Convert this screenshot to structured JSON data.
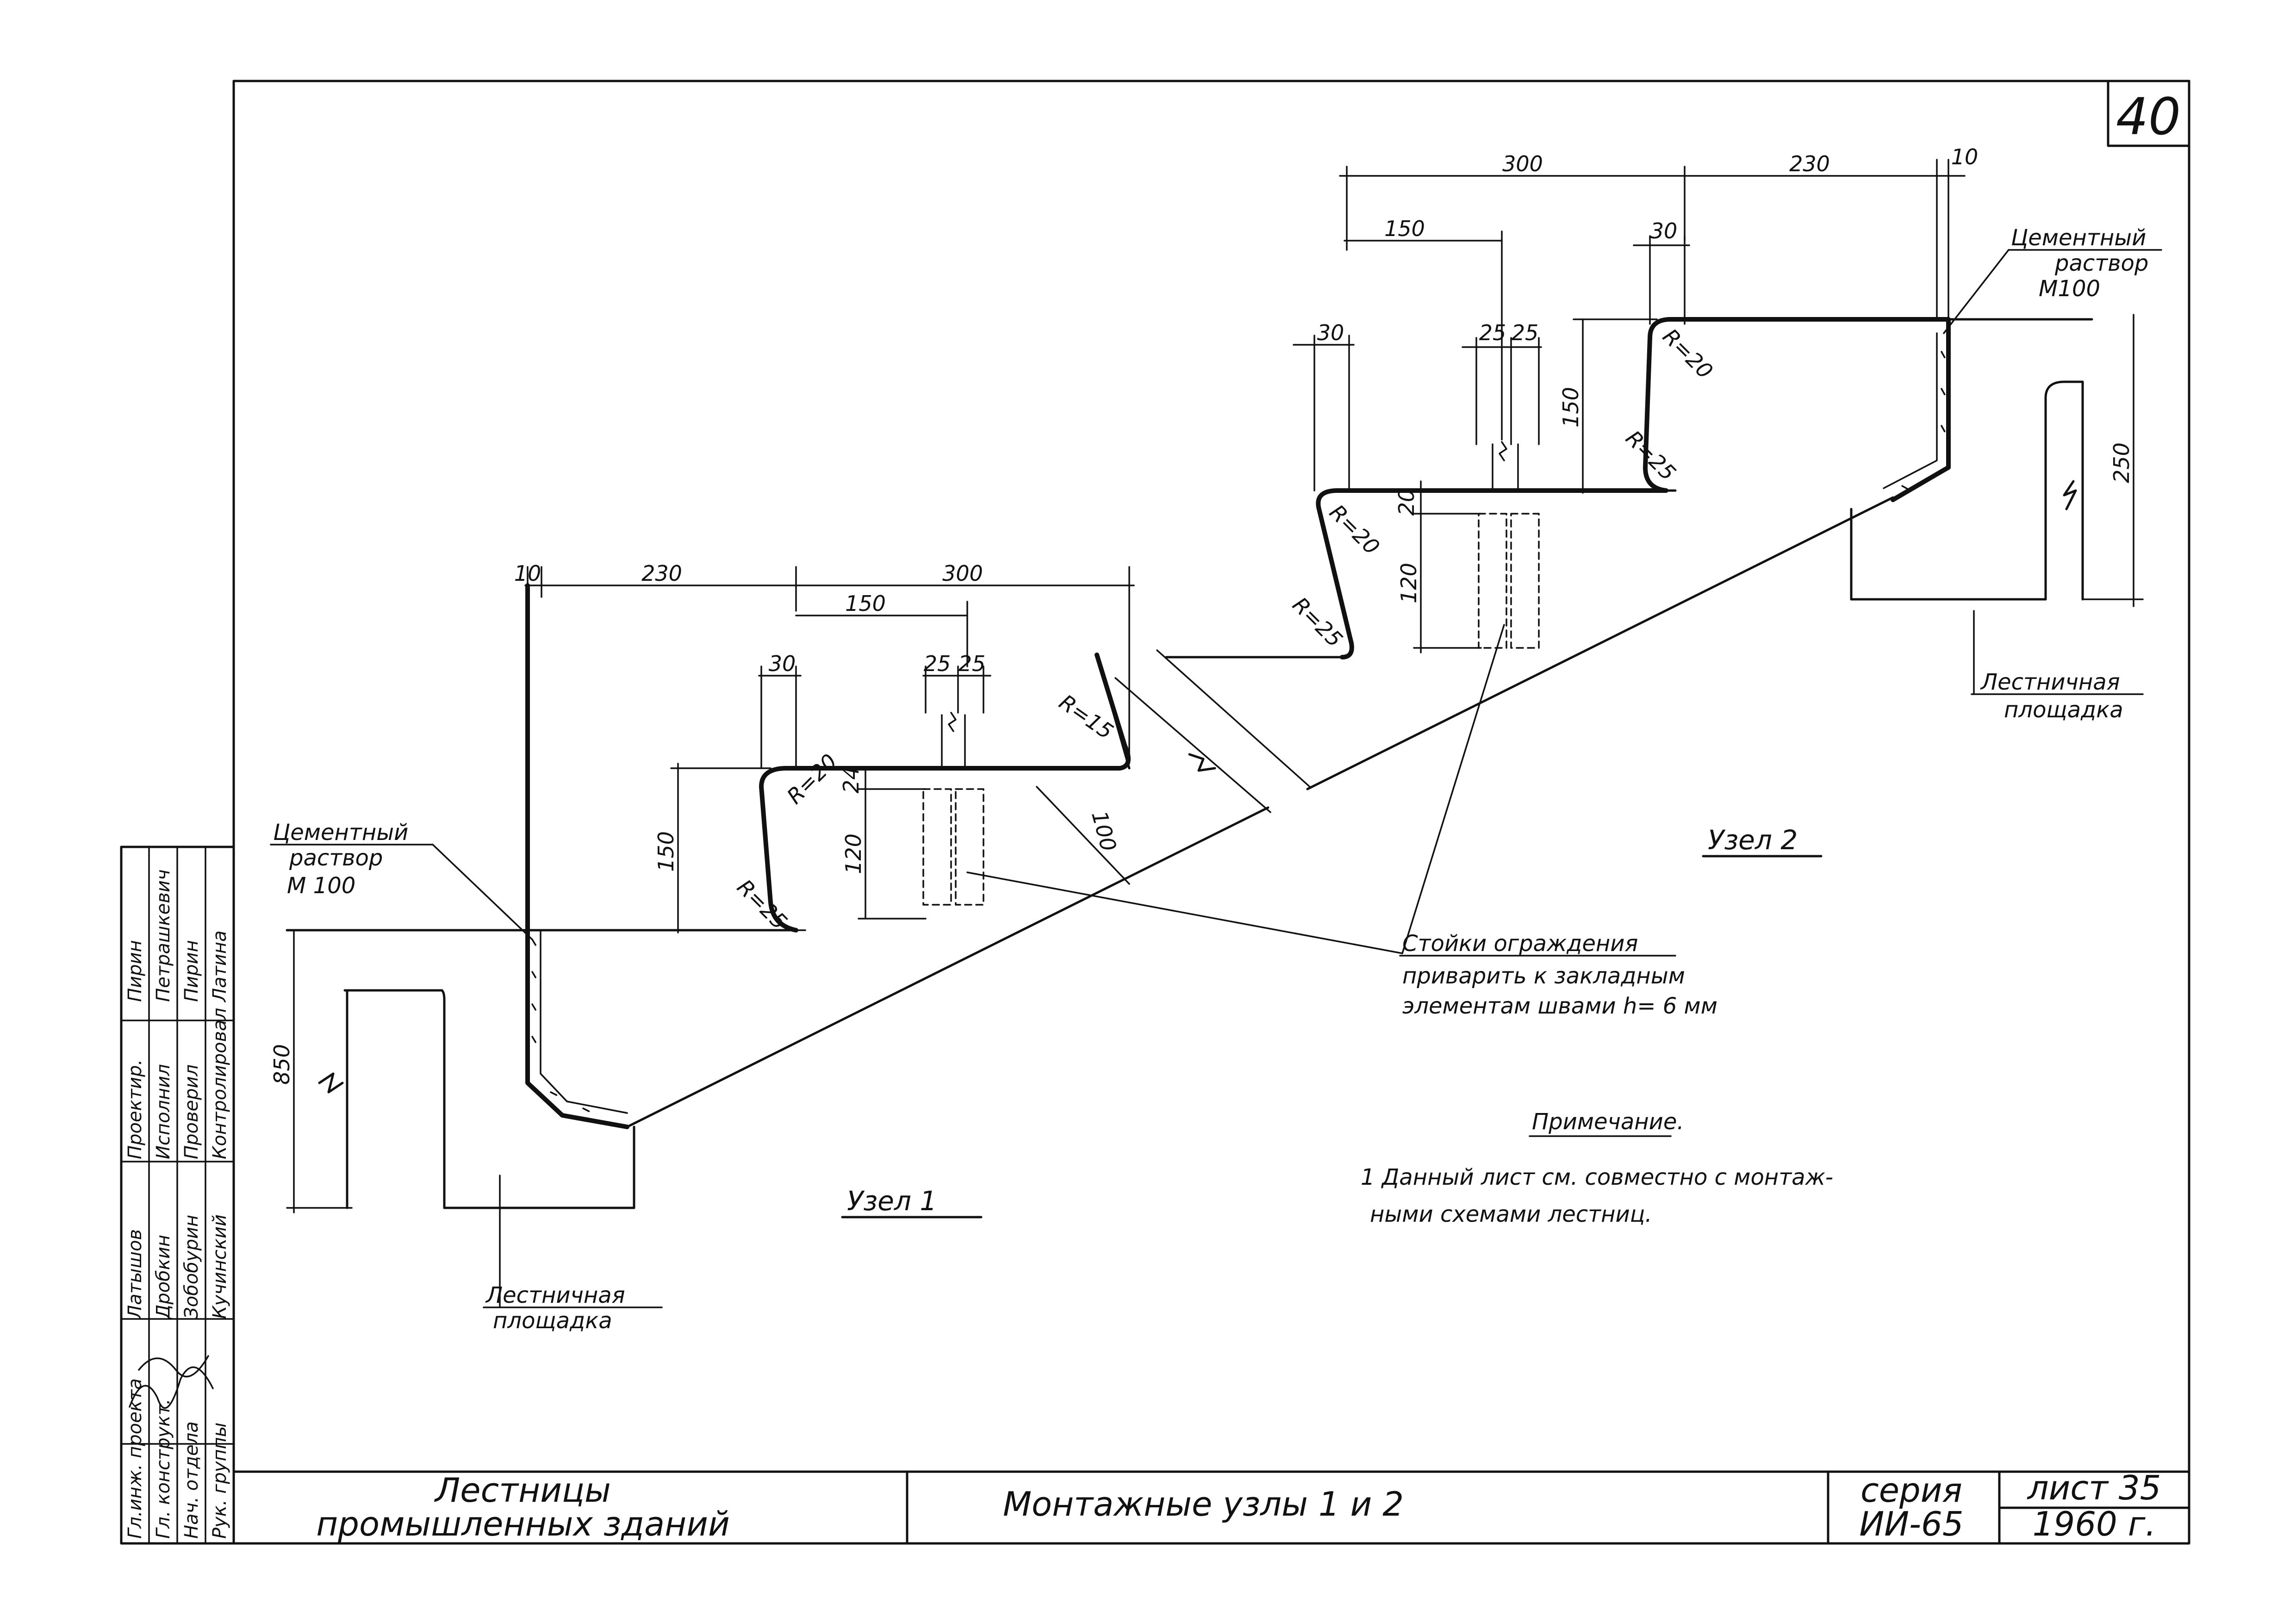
{
  "sheet": {
    "number": "40",
    "title_left_line1": "Лестницы",
    "title_left_line2": "промышленных зданий",
    "title_center": "Монтажные узлы 1 и 2",
    "series_line1": "серия",
    "series_line2": "ИИ-65",
    "sheet_label": "лист 35",
    "year": "1960 г."
  },
  "side_stamp": {
    "roles": [
      "Гл.инж. проекта",
      "Гл. конструкт.",
      "Нач. отдела",
      "Рук. группы"
    ],
    "names": [
      "Латышов",
      "Дробкин",
      "Зобобурин",
      "Кучинский"
    ],
    "roles2": [
      "Проектир.",
      "Исполнил",
      "Проверил",
      "Контролировал"
    ],
    "names2": [
      "Пирин",
      "Петрашкевич",
      "Пирин",
      "Латина"
    ]
  },
  "node1": {
    "title": "Узел 1",
    "mortar_line1": "Цементный",
    "mortar_line2": "раствор",
    "mortar_line3": "М 100",
    "landing_line1": "Лестничная",
    "landing_line2": "площадка",
    "dims": {
      "d10": "10",
      "d230": "230",
      "d300": "300",
      "d150": "150",
      "d30": "30",
      "d25a": "25",
      "d25b": "25",
      "d150v": "150",
      "d24": "24",
      "d120": "120",
      "d850": "850",
      "d100": "100",
      "r20": "R=20",
      "r25": "R=25",
      "r15": "R=15"
    }
  },
  "node2": {
    "title": "Узел 2",
    "mortar_line1": "Цементный",
    "mortar_line2": "раствор",
    "mortar_line3": "М100",
    "landing_line1": "Лестничная",
    "landing_line2": "площадка",
    "dims": {
      "d300": "300",
      "d230": "230",
      "d10": "10",
      "d150": "150",
      "d30a": "30",
      "d30b": "30",
      "d25a": "25",
      "d25b": "25",
      "d150v": "150",
      "d20": "20",
      "d120": "120",
      "d250": "250",
      "r20a": "R=20",
      "r25a": "R=25",
      "r20b": "R=20",
      "r25b": "R=25"
    }
  },
  "posts_note": {
    "line1": "Стойки ограждения",
    "line2": "приварить к закладным",
    "line3": "элементам швами h= 6 мм"
  },
  "note": {
    "title": "Примечание.",
    "line1": "1 Данный лист см. совместно с монтаж-",
    "line2": "ными схемами лестниц."
  }
}
